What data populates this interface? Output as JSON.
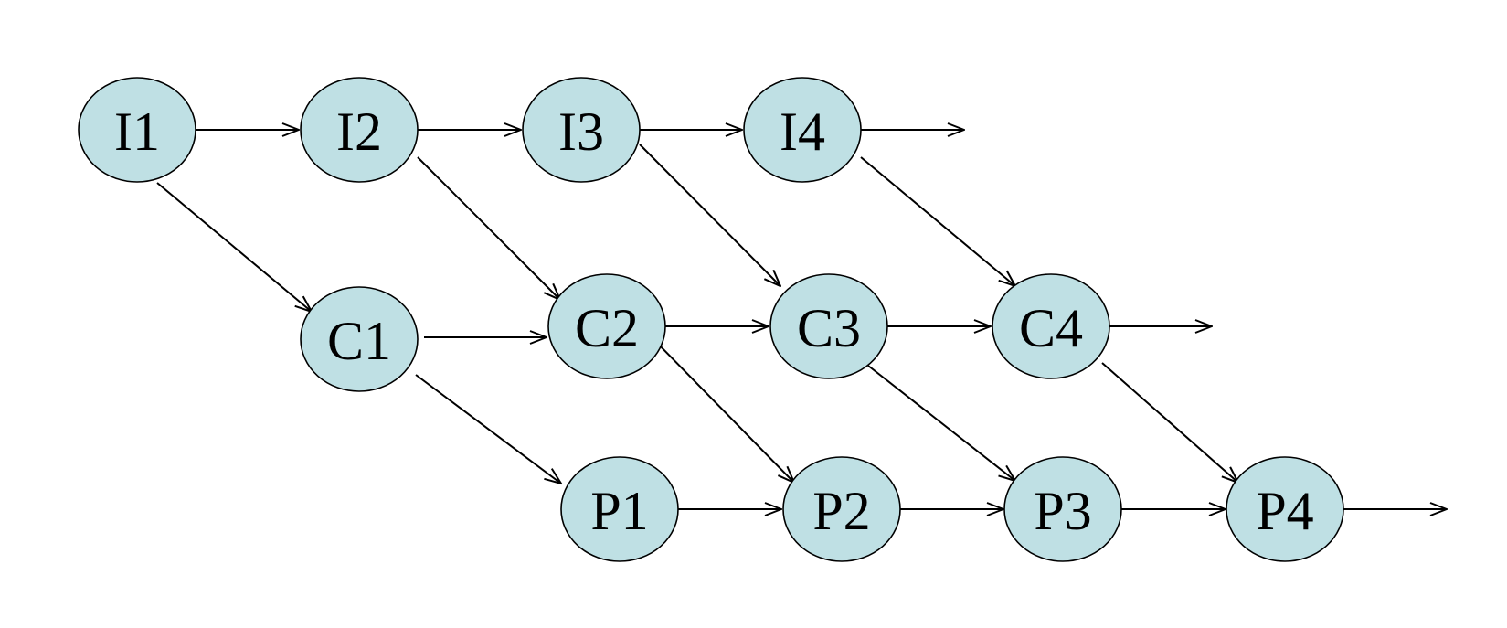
{
  "diagram": {
    "colors": {
      "node_fill": "#bfe0e4",
      "node_stroke": "#000000",
      "edge": "#000000",
      "background": "#ffffff"
    },
    "nodes": [
      {
        "id": "I1",
        "label": "I1"
      },
      {
        "id": "I2",
        "label": "I2"
      },
      {
        "id": "I3",
        "label": "I3"
      },
      {
        "id": "I4",
        "label": "I4"
      },
      {
        "id": "C1",
        "label": "C1"
      },
      {
        "id": "C2",
        "label": "C2"
      },
      {
        "id": "C3",
        "label": "C3"
      },
      {
        "id": "C4",
        "label": "C4"
      },
      {
        "id": "P1",
        "label": "P1"
      },
      {
        "id": "P2",
        "label": "P2"
      },
      {
        "id": "P3",
        "label": "P3"
      },
      {
        "id": "P4",
        "label": "P4"
      }
    ],
    "edges": [
      {
        "from": "I1",
        "to": "I2"
      },
      {
        "from": "I2",
        "to": "I3"
      },
      {
        "from": "I3",
        "to": "I4"
      },
      {
        "from": "I4",
        "to": null
      },
      {
        "from": "I1",
        "to": "C1"
      },
      {
        "from": "I2",
        "to": "C2"
      },
      {
        "from": "I3",
        "to": "C3"
      },
      {
        "from": "I4",
        "to": "C4"
      },
      {
        "from": "C1",
        "to": "C2"
      },
      {
        "from": "C2",
        "to": "C3"
      },
      {
        "from": "C3",
        "to": "C4"
      },
      {
        "from": "C4",
        "to": null
      },
      {
        "from": "C1",
        "to": "P1"
      },
      {
        "from": "C2",
        "to": "P2"
      },
      {
        "from": "C3",
        "to": "P3"
      },
      {
        "from": "C4",
        "to": "P4"
      },
      {
        "from": "P1",
        "to": "P2"
      },
      {
        "from": "P2",
        "to": "P3"
      },
      {
        "from": "P3",
        "to": "P4"
      },
      {
        "from": "P4",
        "to": null
      }
    ]
  }
}
